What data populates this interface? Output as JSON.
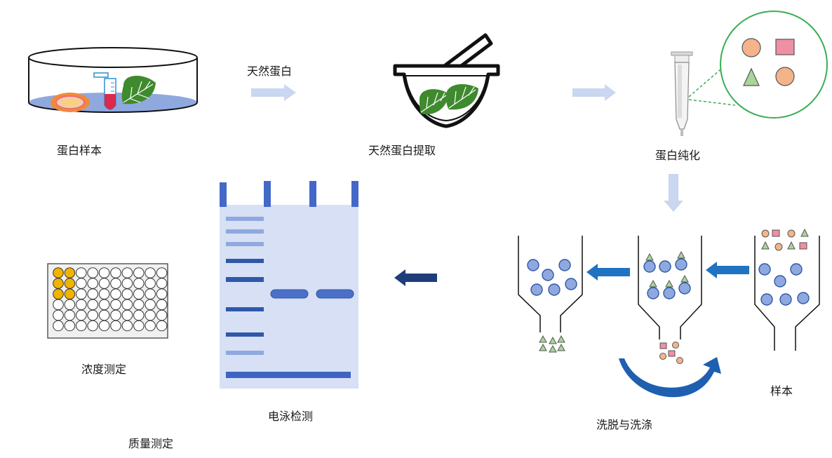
{
  "labels": {
    "protein_sample": "蛋白样本",
    "native_protein": "天然蛋白",
    "native_extraction": "天然蛋白提取",
    "purification": "蛋白纯化",
    "concentration": "浓度测定",
    "electrophoresis": "电泳检测",
    "quality": "质量测定",
    "elution_wash": "洗脱与洗涤",
    "sample": "样本"
  },
  "colors": {
    "protein_blue": "#8fa9df",
    "sphere_stroke": "#2f58a8",
    "arrow_light": "#c9d7f0",
    "arrow_mid": "#1f73c2",
    "arrow_dark": "#1f3d78",
    "gel_bg": "#d7e0f4",
    "band_dark": "#2f58a8",
    "band_light": "#8fa9df",
    "leaf_green": "#3f8a2e",
    "circle_outline": "#3aae55",
    "orange": "#f3b48a",
    "pink": "#ef8fa3",
    "triangle_green": "#a8d59a",
    "well_yellow": "#f0b400"
  },
  "plate": {
    "rows": 6,
    "cols": 10,
    "filled_rows": 3,
    "filled_cols": 2
  }
}
